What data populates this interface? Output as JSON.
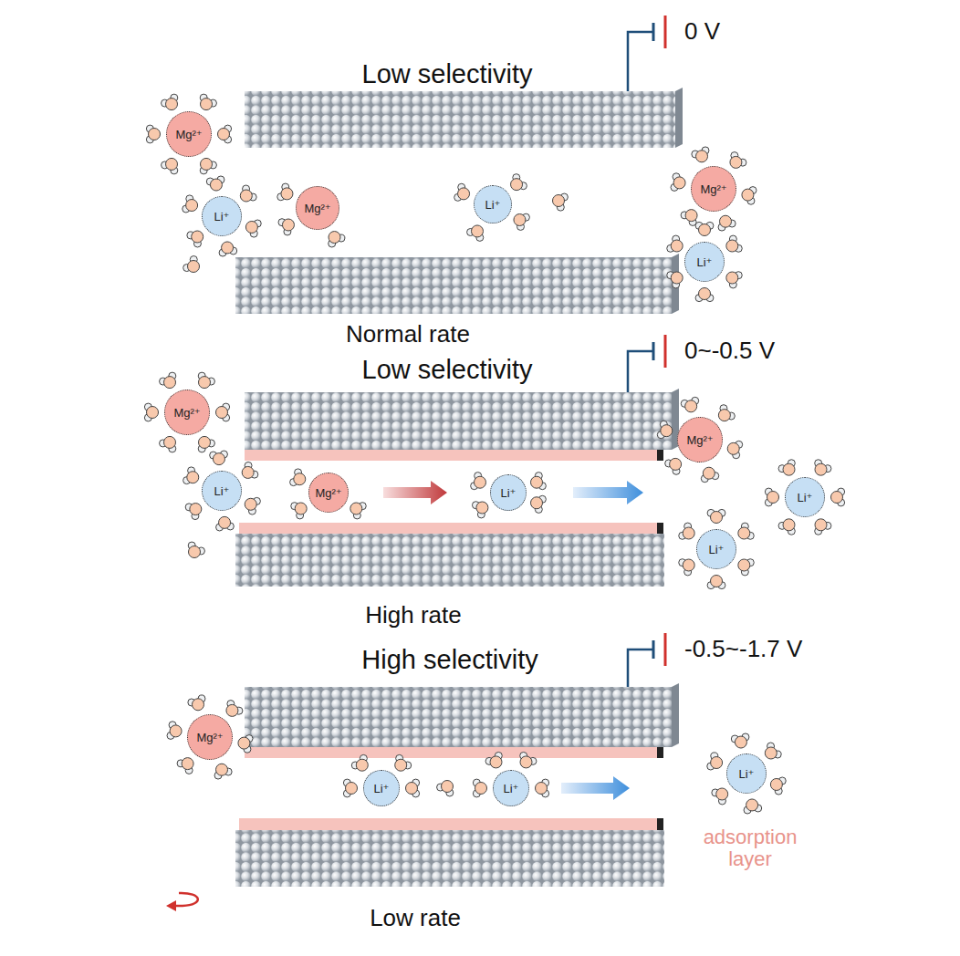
{
  "diagram": {
    "nodes": [
      {
        "text": [
          "Mg²⁺"
        ]
      },
      {
        "text": [
          "Li⁺"
        ]
      },
      {
        "text": [
          "Mg²⁺"
        ]
      },
      {
        "text": [
          "Li⁺"
        ]
      },
      {
        "text": [
          "Mg²⁺"
        ]
      },
      {
        "text": [
          "Li⁺"
        ]
      },
      {
        "text": [
          "Mg²⁺"
        ]
      },
      {
        "text": [
          "Li⁺"
        ]
      },
      {
        "text": [
          "Mg²⁺"
        ]
      },
      {
        "text": [
          "Li⁺"
        ]
      },
      {
        "text": [
          "Mg²⁺"
        ]
      },
      {
        "text": [
          "Li⁺"
        ]
      },
      {
        "text": [
          "Li⁺"
        ]
      },
      {
        "text": [
          "Mg²⁺"
        ]
      },
      {
        "text": [
          "Li⁺"
        ]
      },
      {
        "text": [
          "Li⁺"
        ]
      },
      {
        "text": [
          "Li⁺"
        ]
      }
    ],
    "labels": [
      "Low selectivity",
      "0 V",
      "Normal rate",
      "Low selectivity",
      "0~-0.5 V",
      "High rate",
      "High selectivity",
      "-0.5~-1.7 V",
      "adsorption layer",
      "Low rate"
    ]
  }
}
